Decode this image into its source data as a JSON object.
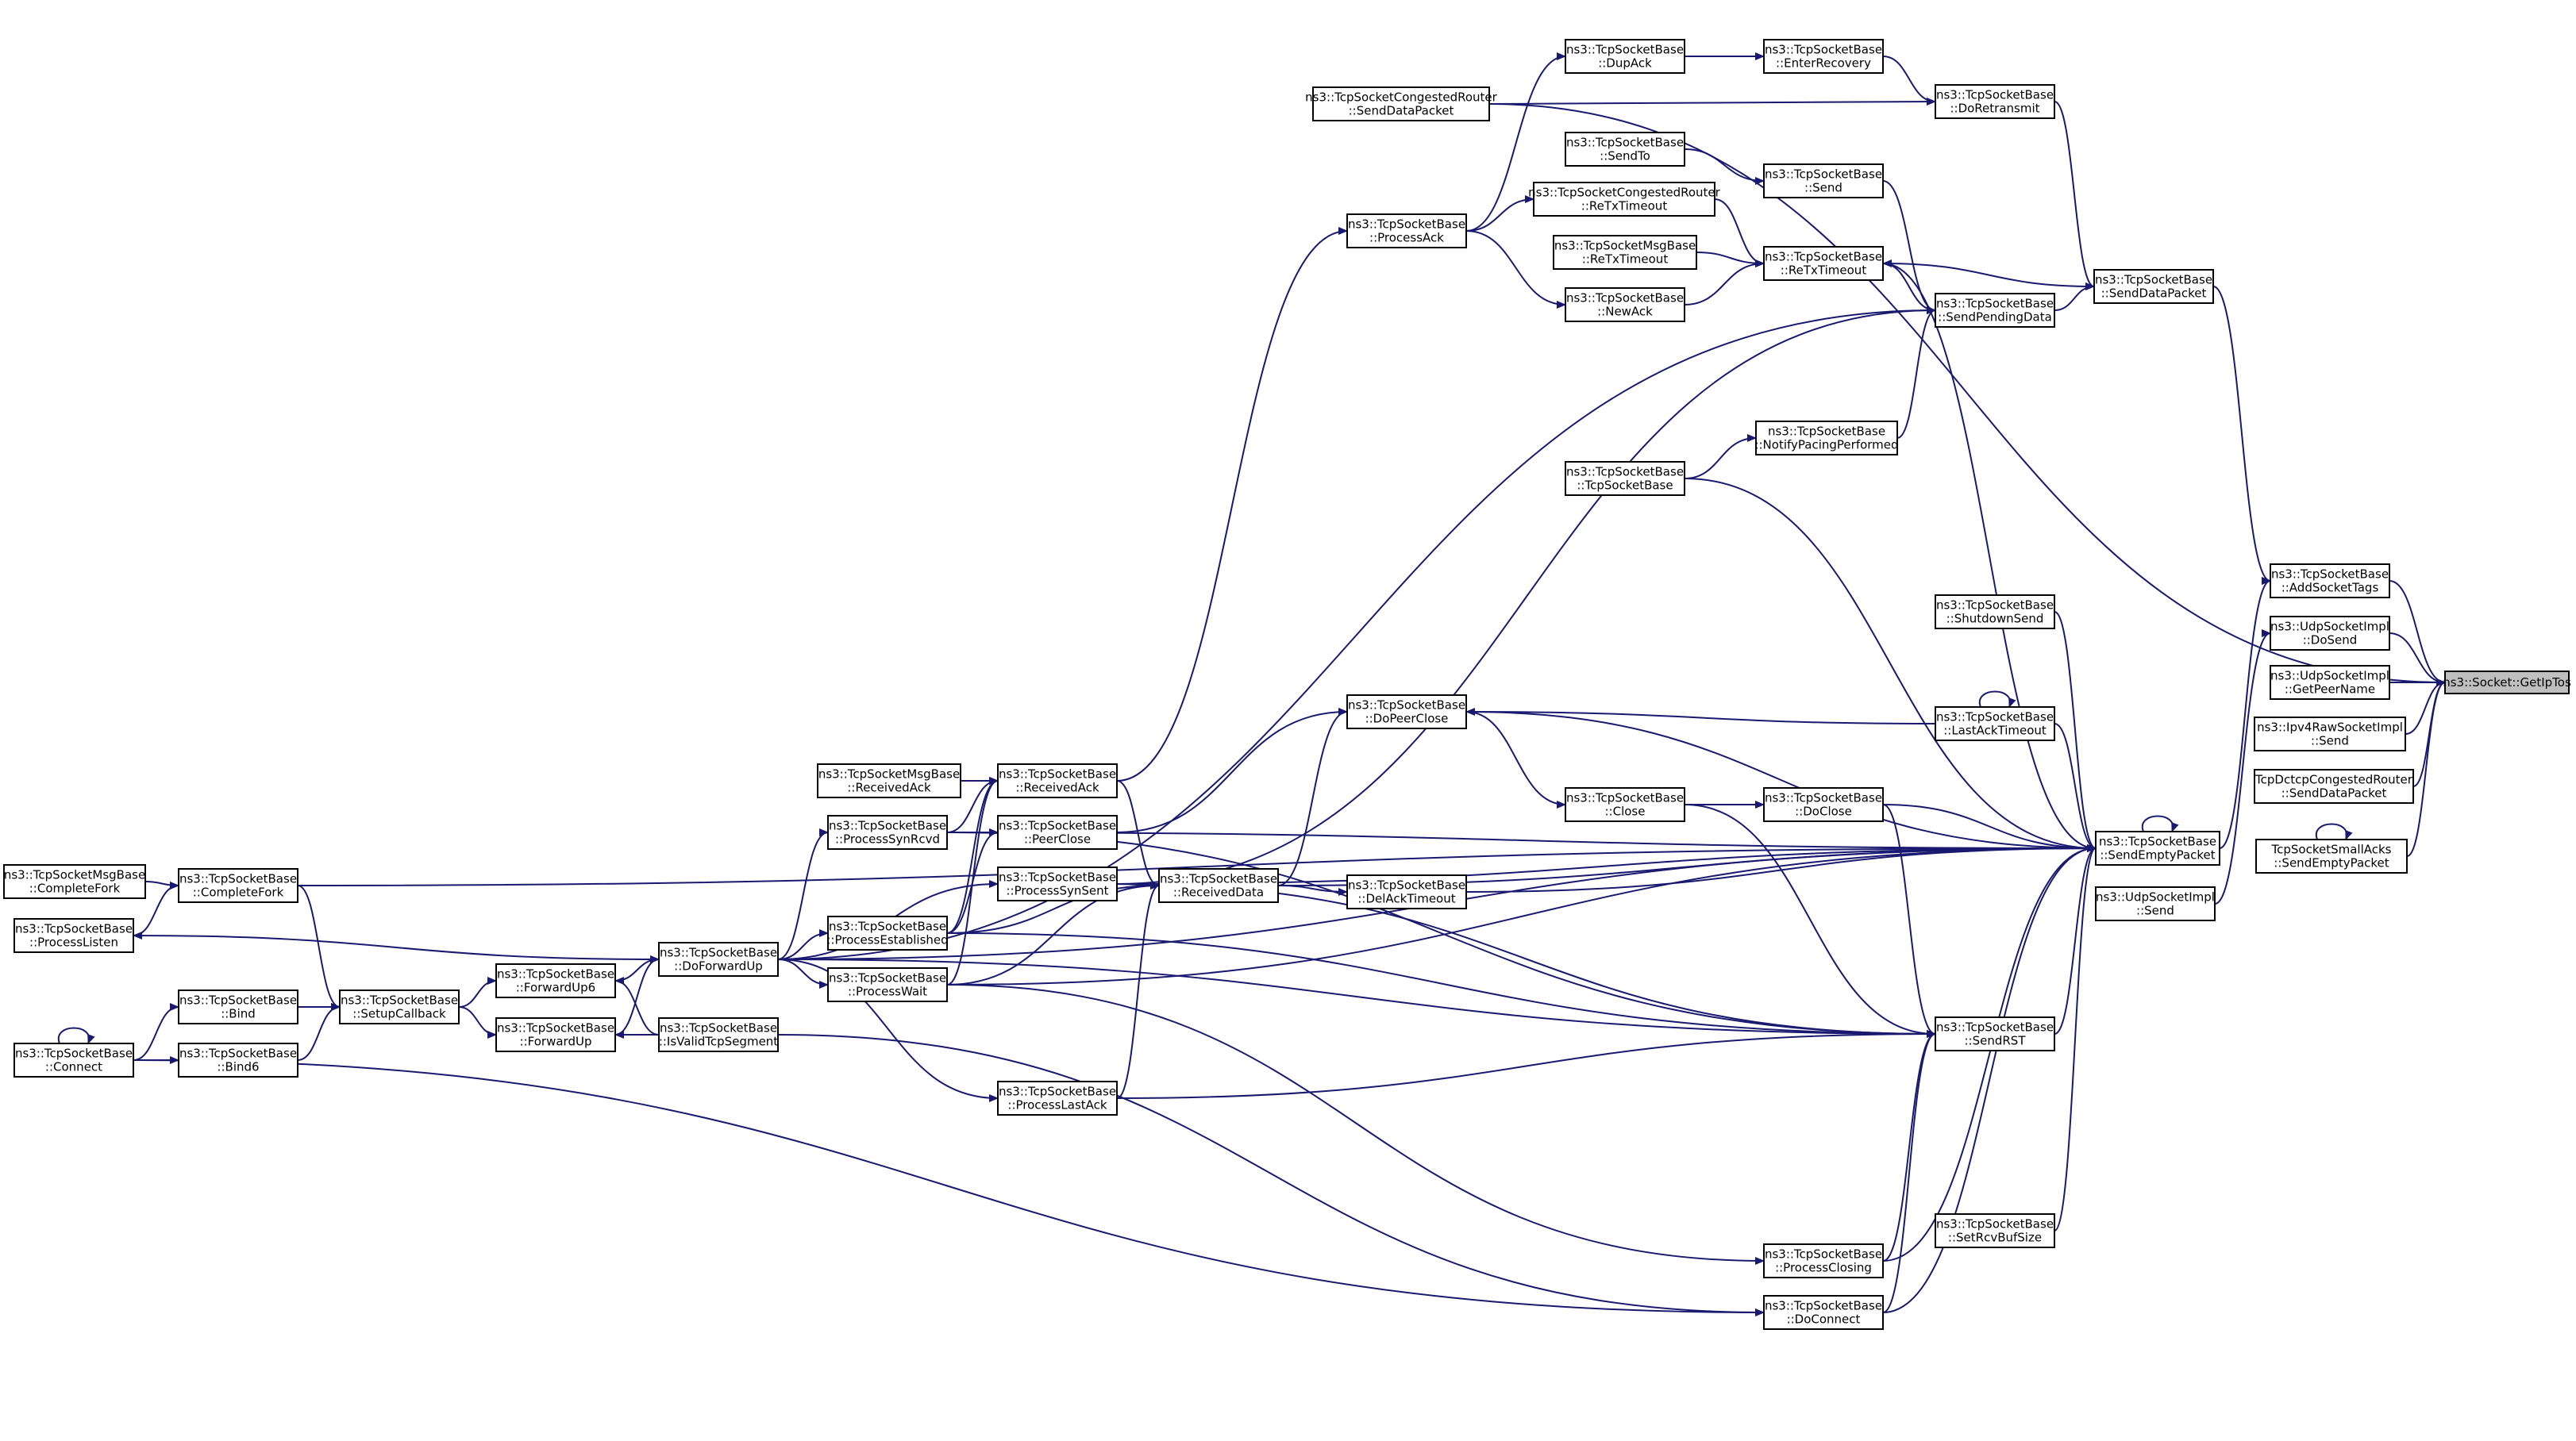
{
  "graph": {
    "edge_color": "#191970",
    "highlight_fill": "#bfbfbf",
    "nodes": [
      {
        "id": "getiptos",
        "label": "ns3::Socket::GetIpTos",
        "highlight": true
      },
      {
        "id": "addsockettags",
        "label": "ns3::TcpSocketBase\n::AddSocketTags"
      },
      {
        "id": "udp_dosend",
        "label": "ns3::UdpSocketImpl\n::DoSend"
      },
      {
        "id": "udp_getpeername",
        "label": "ns3::UdpSocketImpl\n::GetPeerName"
      },
      {
        "id": "ipv4raw_send",
        "label": "ns3::Ipv4RawSocketImpl\n::Send"
      },
      {
        "id": "dctcp_senddatapacket",
        "label": "TcpDctcpCongestedRouter\n::SendDataPacket"
      },
      {
        "id": "smallacks_sendempty",
        "label": "TcpSocketSmallAcks\n::SendEmptyPacket"
      },
      {
        "id": "senddatapacket",
        "label": "ns3::TcpSocketBase\n::SendDataPacket"
      },
      {
        "id": "sendemptypacket",
        "label": "ns3::TcpSocketBase\n::SendEmptyPacket"
      },
      {
        "id": "udp_send",
        "label": "ns3::UdpSocketImpl\n::Send"
      },
      {
        "id": "doretransmit",
        "label": "ns3::TcpSocketBase\n::DoRetransmit"
      },
      {
        "id": "sendpendingdata",
        "label": "ns3::TcpSocketBase\n::SendPendingData"
      },
      {
        "id": "retxtimeout",
        "label": "ns3::TcpSocketBase\n::ReTxTimeout"
      },
      {
        "id": "enterrecovery",
        "label": "ns3::TcpSocketBase\n::EnterRecovery"
      },
      {
        "id": "dupack",
        "label": "ns3::TcpSocketBase\n::DupAck"
      },
      {
        "id": "congrouter_senddata",
        "label": "ns3::TcpSocketCongestedRouter\n::SendDataPacket"
      },
      {
        "id": "processack",
        "label": "ns3::TcpSocketBase\n::ProcessAck"
      },
      {
        "id": "sendto",
        "label": "ns3::TcpSocketBase\n::SendTo"
      },
      {
        "id": "send",
        "label": "ns3::TcpSocketBase\n::Send"
      },
      {
        "id": "congrouter_retx",
        "label": "ns3::TcpSocketCongestedRouter\n::ReTxTimeout"
      },
      {
        "id": "msgbase_retx",
        "label": "ns3::TcpSocketMsgBase\n::ReTxTimeout"
      },
      {
        "id": "newack",
        "label": "ns3::TcpSocketBase\n::NewAck"
      },
      {
        "id": "notifypacing",
        "label": "ns3::TcpSocketBase\n::NotifyPacingPerformed"
      },
      {
        "id": "tcpsocketbase",
        "label": "ns3::TcpSocketBase\n::TcpSocketBase"
      },
      {
        "id": "shutdownsend",
        "label": "ns3::TcpSocketBase\n::ShutdownSend"
      },
      {
        "id": "dopeerclose",
        "label": "ns3::TcpSocketBase\n::DoPeerClose"
      },
      {
        "id": "lastacktimeout",
        "label": "ns3::TcpSocketBase\n::LastAckTimeout"
      },
      {
        "id": "close",
        "label": "ns3::TcpSocketBase\n::Close"
      },
      {
        "id": "doclose",
        "label": "ns3::TcpSocketBase\n::DoClose"
      },
      {
        "id": "delacktimeout",
        "label": "ns3::TcpSocketBase\n::DelAckTimeout"
      },
      {
        "id": "receiveddata",
        "label": "ns3::TcpSocketBase\n::ReceivedData"
      },
      {
        "id": "msgbase_receivedack",
        "label": "ns3::TcpSocketMsgBase\n::ReceivedAck"
      },
      {
        "id": "receivedack",
        "label": "ns3::TcpSocketBase\n::ReceivedAck"
      },
      {
        "id": "processsynrcvd",
        "label": "ns3::TcpSocketBase\n::ProcessSynRcvd"
      },
      {
        "id": "peerclose",
        "label": "ns3::TcpSocketBase\n::PeerClose"
      },
      {
        "id": "processsynsent",
        "label": "ns3::TcpSocketBase\n::ProcessSynSent"
      },
      {
        "id": "processestablished",
        "label": "ns3::TcpSocketBase\n::ProcessEstablished"
      },
      {
        "id": "processwait",
        "label": "ns3::TcpSocketBase\n::ProcessWait"
      },
      {
        "id": "processlastack",
        "label": "ns3::TcpSocketBase\n::ProcessLastAck"
      },
      {
        "id": "sendrst",
        "label": "ns3::TcpSocketBase\n::SendRST"
      },
      {
        "id": "setrcvbufsize",
        "label": "ns3::TcpSocketBase\n::SetRcvBufSize"
      },
      {
        "id": "processclosing",
        "label": "ns3::TcpSocketBase\n::ProcessClosing"
      },
      {
        "id": "doconnect",
        "label": "ns3::TcpSocketBase\n::DoConnect"
      },
      {
        "id": "doforwardup",
        "label": "ns3::TcpSocketBase\n::DoForwardUp"
      },
      {
        "id": "forwardup6",
        "label": "ns3::TcpSocketBase\n::ForwardUp6"
      },
      {
        "id": "forwardup",
        "label": "ns3::TcpSocketBase\n::ForwardUp"
      },
      {
        "id": "isvalidtcpsegment",
        "label": "ns3::TcpSocketBase\n::IsValidTcpSegment"
      },
      {
        "id": "setupcallback",
        "label": "ns3::TcpSocketBase\n::SetupCallback"
      },
      {
        "id": "completefork",
        "label": "ns3::TcpSocketBase\n::CompleteFork"
      },
      {
        "id": "msgbase_completefork",
        "label": "ns3::TcpSocketMsgBase\n::CompleteFork"
      },
      {
        "id": "processlisten",
        "label": "ns3::TcpSocketBase\n::ProcessListen"
      },
      {
        "id": "bind",
        "label": "ns3::TcpSocketBase\n::Bind"
      },
      {
        "id": "bind6",
        "label": "ns3::TcpSocketBase\n::Bind6"
      },
      {
        "id": "connect",
        "label": "ns3::TcpSocketBase\n::Connect"
      }
    ],
    "edges": [
      [
        "addsockettags",
        "getiptos"
      ],
      [
        "udp_dosend",
        "getiptos"
      ],
      [
        "udp_getpeername",
        "getiptos"
      ],
      [
        "ipv4raw_send",
        "getiptos"
      ],
      [
        "dctcp_senddatapacket",
        "getiptos"
      ],
      [
        "smallacks_sendempty",
        "getiptos"
      ],
      [
        "congrouter_senddata",
        "getiptos"
      ],
      [
        "senddatapacket",
        "addsockettags"
      ],
      [
        "sendemptypacket",
        "addsockettags"
      ],
      [
        "udp_send",
        "udp_dosend"
      ],
      [
        "smallacks_sendempty",
        "smallacks_sendempty"
      ],
      [
        "doretransmit",
        "senddatapacket"
      ],
      [
        "sendpendingdata",
        "senddatapacket"
      ],
      [
        "senddatapacket",
        "retxtimeout"
      ],
      [
        "enterrecovery",
        "doretransmit"
      ],
      [
        "congrouter_senddata",
        "doretransmit"
      ],
      [
        "dupack",
        "enterrecovery"
      ],
      [
        "processack",
        "dupack"
      ],
      [
        "send",
        "sendpendingdata"
      ],
      [
        "sendto",
        "send"
      ],
      [
        "retxtimeout",
        "sendpendingdata"
      ],
      [
        "congrouter_retx",
        "retxtimeout"
      ],
      [
        "msgbase_retx",
        "retxtimeout"
      ],
      [
        "newack",
        "retxtimeout"
      ],
      [
        "processack",
        "congrouter_retx"
      ],
      [
        "processack",
        "newack"
      ],
      [
        "notifypacing",
        "sendpendingdata"
      ],
      [
        "tcpsocketbase",
        "notifypacing"
      ],
      [
        "receivedack",
        "processack"
      ],
      [
        "retxtimeout",
        "sendemptypacket"
      ],
      [
        "tcpsocketbase",
        "sendemptypacket"
      ],
      [
        "shutdownsend",
        "sendemptypacket"
      ],
      [
        "lastacktimeout",
        "sendemptypacket"
      ],
      [
        "lastacktimeout",
        "lastacktimeout"
      ],
      [
        "dopeerclose",
        "sendemptypacket"
      ],
      [
        "lastacktimeout",
        "dopeerclose"
      ],
      [
        "dopeerclose",
        "close"
      ],
      [
        "close",
        "doclose"
      ],
      [
        "doclose",
        "sendemptypacket"
      ],
      [
        "delacktimeout",
        "sendemptypacket"
      ],
      [
        "sendemptypacket",
        "sendemptypacket"
      ],
      [
        "close",
        "sendrst"
      ],
      [
        "doclose",
        "sendrst"
      ],
      [
        "sendrst",
        "sendemptypacket"
      ],
      [
        "setrcvbufsize",
        "sendemptypacket"
      ],
      [
        "processclosing",
        "sendemptypacket"
      ],
      [
        "doconnect",
        "sendemptypacket"
      ],
      [
        "processclosing",
        "sendrst"
      ],
      [
        "doconnect",
        "sendrst"
      ],
      [
        "receiveddata",
        "dopeerclose"
      ],
      [
        "receiveddata",
        "delacktimeout"
      ],
      [
        "receiveddata",
        "sendemptypacket"
      ],
      [
        "peerclose",
        "dopeerclose"
      ],
      [
        "msgbase_receivedack",
        "receivedack"
      ],
      [
        "receivedack",
        "receiveddata"
      ],
      [
        "processsynrcvd",
        "receivedack"
      ],
      [
        "processsynrcvd",
        "peerclose"
      ],
      [
        "processsynrcvd",
        "sendemptypacket"
      ],
      [
        "processsynrcvd",
        "sendrst"
      ],
      [
        "processsynsent",
        "receiveddata"
      ],
      [
        "processsynsent",
        "sendemptypacket"
      ],
      [
        "processsynsent",
        "sendrst"
      ],
      [
        "processsynsent",
        "sendpendingdata"
      ],
      [
        "processestablished",
        "receivedack"
      ],
      [
        "processestablished",
        "receiveddata"
      ],
      [
        "processestablished",
        "peerclose"
      ],
      [
        "processestablished",
        "sendrst"
      ],
      [
        "processwait",
        "receivedack"
      ],
      [
        "processwait",
        "receiveddata"
      ],
      [
        "processwait",
        "sendemptypacket"
      ],
      [
        "processwait",
        "processclosing"
      ],
      [
        "processlastack",
        "receiveddata"
      ],
      [
        "processlastack",
        "sendrst"
      ],
      [
        "doforwardup",
        "processsynrcvd"
      ],
      [
        "doforwardup",
        "processsynsent"
      ],
      [
        "doforwardup",
        "processestablished"
      ],
      [
        "doforwardup",
        "processwait"
      ],
      [
        "doforwardup",
        "processlastack"
      ],
      [
        "doforwardup",
        "processlisten"
      ],
      [
        "doforwardup",
        "sendemptypacket"
      ],
      [
        "doforwardup",
        "sendpendingdata"
      ],
      [
        "doforwardup",
        "sendrst"
      ],
      [
        "forwardup6",
        "doforwardup"
      ],
      [
        "forwardup",
        "doforwardup"
      ],
      [
        "isvalidtcpsegment",
        "forwardup"
      ],
      [
        "isvalidtcpsegment",
        "forwardup6"
      ],
      [
        "isvalidtcpsegment",
        "doconnect"
      ],
      [
        "setupcallback",
        "forwardup6"
      ],
      [
        "setupcallback",
        "forwardup"
      ],
      [
        "completefork",
        "setupcallback"
      ],
      [
        "completefork",
        "sendemptypacket"
      ],
      [
        "msgbase_completefork",
        "completefork"
      ],
      [
        "processlisten",
        "completefork"
      ],
      [
        "bind",
        "setupcallback"
      ],
      [
        "bind6",
        "setupcallback"
      ],
      [
        "connect",
        "bind"
      ],
      [
        "connect",
        "bind6"
      ],
      [
        "connect",
        "connect"
      ],
      [
        "connect",
        "doconnect"
      ]
    ]
  }
}
